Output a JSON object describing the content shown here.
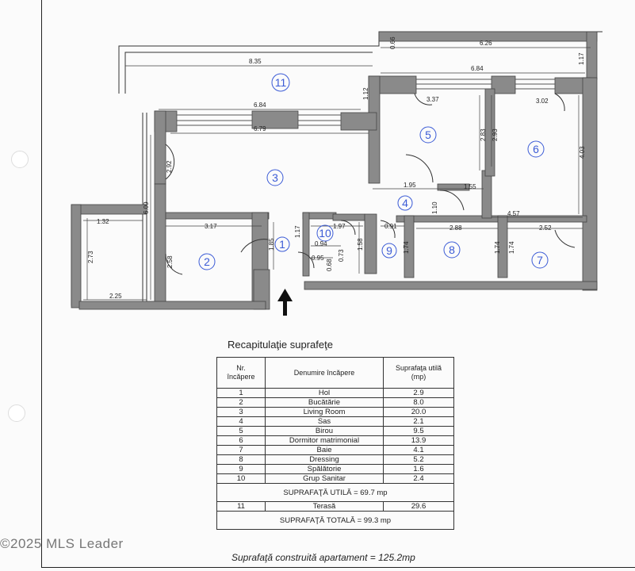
{
  "plan": {
    "dimensions": {
      "d_835": "8.35",
      "d_626": "6.26",
      "d_684a": "6.84",
      "d_684b": "6.84",
      "d_679": "6.79",
      "d_066": "0.66",
      "d_117a": "1.17",
      "d_112": "1.12",
      "d_337": "3.37",
      "d_302": "3.02",
      "d_283": "2.83",
      "d_293": "2.93",
      "d_403": "4.03",
      "d_292": "2.92",
      "d_609": "6.09",
      "d_195": "1.95",
      "d_155": "1.55",
      "d_110": "1.10",
      "d_457": "4.57",
      "d_132": "1.32",
      "d_317": "3.17",
      "d_273": "2.73",
      "d_258": "2.58",
      "d_185": "1.85",
      "d_117b": "1.17",
      "d_197": "1.97",
      "d_094": "0.94",
      "d_073": "0.73",
      "d_158": "1.58",
      "d_095": "0.95",
      "d_068": "0.68",
      "d_091": "0.91",
      "d_288": "2.88",
      "d_252": "2.52",
      "d_174a": "1.74",
      "d_174b": "1.74",
      "d_174c": "1.74",
      "d_225": "2.25"
    },
    "room_numbers": [
      "1",
      "2",
      "3",
      "4",
      "5",
      "6",
      "7",
      "8",
      "9",
      "10",
      "11"
    ]
  },
  "summary": {
    "title": "Recapitulaţie suprafeţe",
    "col_nr_line1": "Nr.",
    "col_nr_line2": "încăpere",
    "col_name": "Denumire încăpere",
    "col_area_line1": "Suprafaţa utilă",
    "col_area_line2": "(mp)",
    "rows": [
      {
        "nr": "1",
        "name": "Hol",
        "area": "2.9"
      },
      {
        "nr": "2",
        "name": "Bucătărie",
        "area": "8.0"
      },
      {
        "nr": "3",
        "name": "Living Room",
        "area": "20.0"
      },
      {
        "nr": "4",
        "name": "Sas",
        "area": "2.1"
      },
      {
        "nr": "5",
        "name": "Birou",
        "area": "9.5"
      },
      {
        "nr": "6",
        "name": "Dormitor matrimonial",
        "area": "13.9"
      },
      {
        "nr": "7",
        "name": "Baie",
        "area": "4.1"
      },
      {
        "nr": "8",
        "name": "Dressing",
        "area": "5.2"
      },
      {
        "nr": "9",
        "name": "Spălătorie",
        "area": "1.6"
      },
      {
        "nr": "10",
        "name": "Grup Sanitar",
        "area": "2.4"
      }
    ],
    "utila_total": "SUPRAFAŢĂ UTILĂ = 69.7 mp",
    "terrace": {
      "nr": "11",
      "name": "Terasă",
      "area": "29.6"
    },
    "grand_total": "SUPRAFAŢĂ TOTALĂ = 99.3 mp"
  },
  "footer_note": "Suprafaţă construită apartament = 125.2mp",
  "watermark": "©2025 MLS Leader"
}
